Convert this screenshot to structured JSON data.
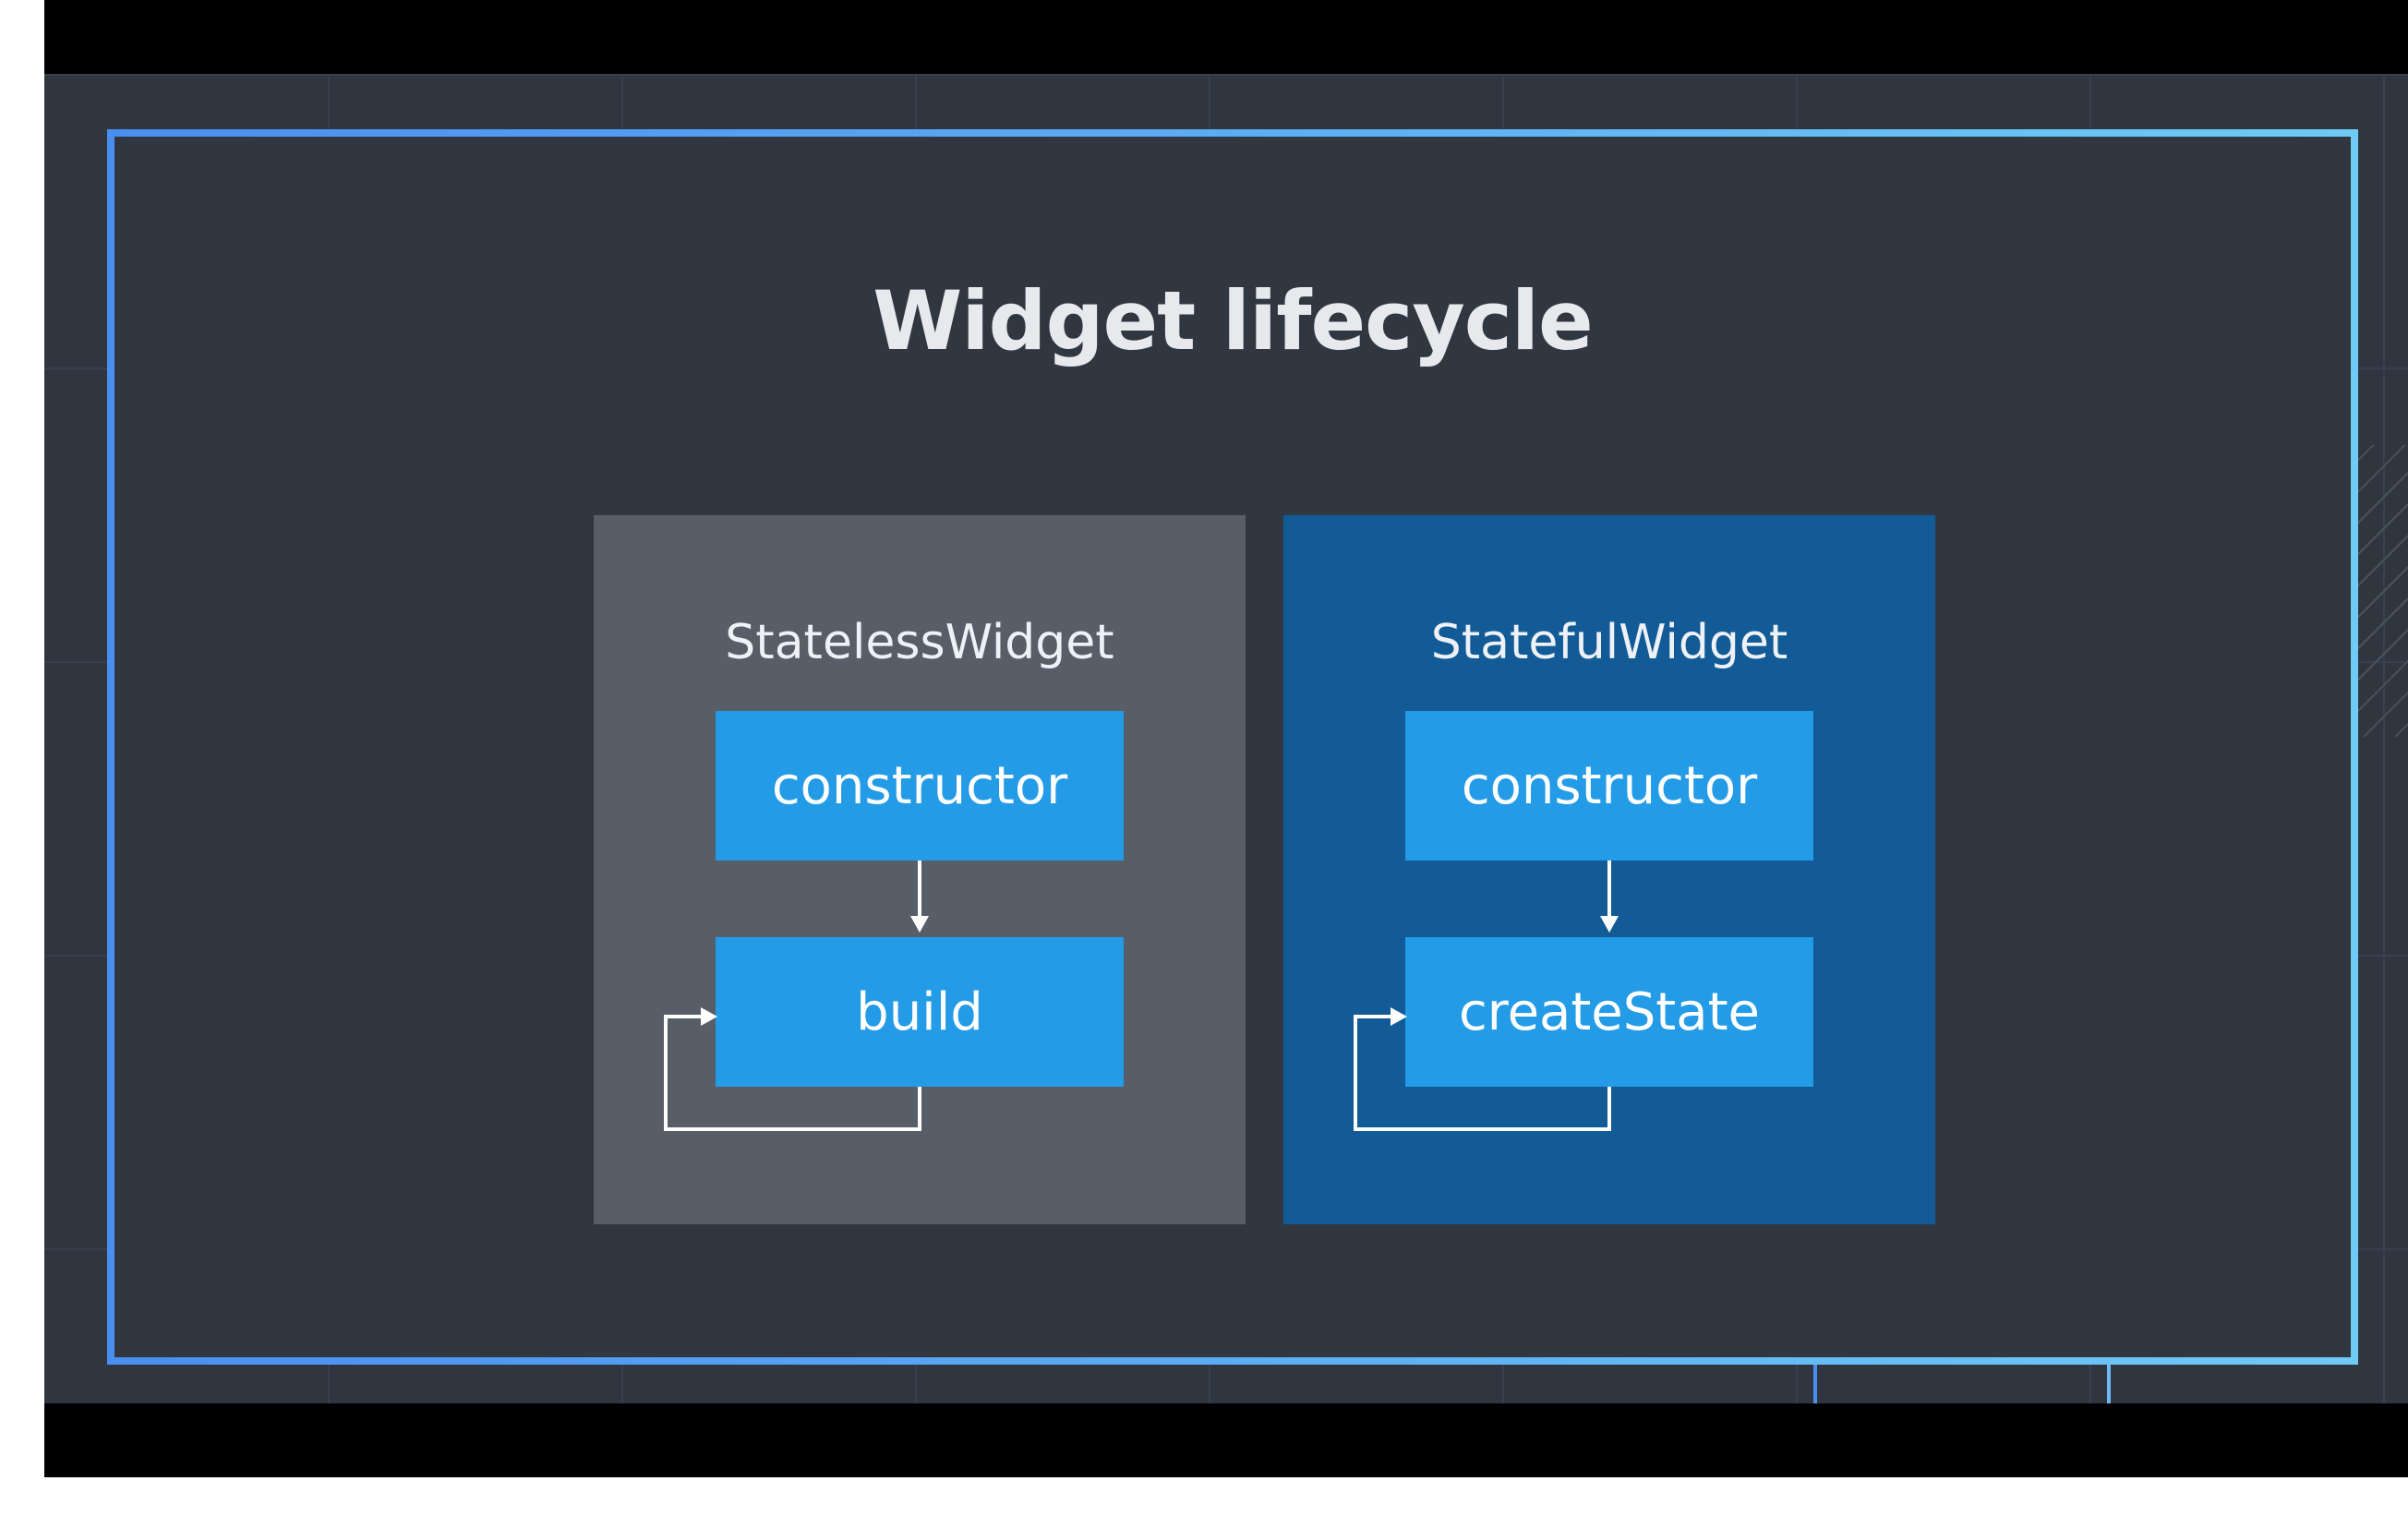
{
  "slide": {
    "title": "Widget lifecycle"
  },
  "panels": {
    "stateless": {
      "title": "StatelessWidget",
      "step1": "constructor",
      "step2": "build"
    },
    "stateful": {
      "title": "StatefulWidget",
      "step1": "constructor",
      "step2": "createState"
    }
  },
  "colors": {
    "background": "#2f3640",
    "stateless_panel": "#575e68",
    "stateful_panel": "#125b97",
    "step_box": "#239be6",
    "frame_gradient_start": "#4a8ff0",
    "frame_gradient_end": "#6fcaf6"
  }
}
